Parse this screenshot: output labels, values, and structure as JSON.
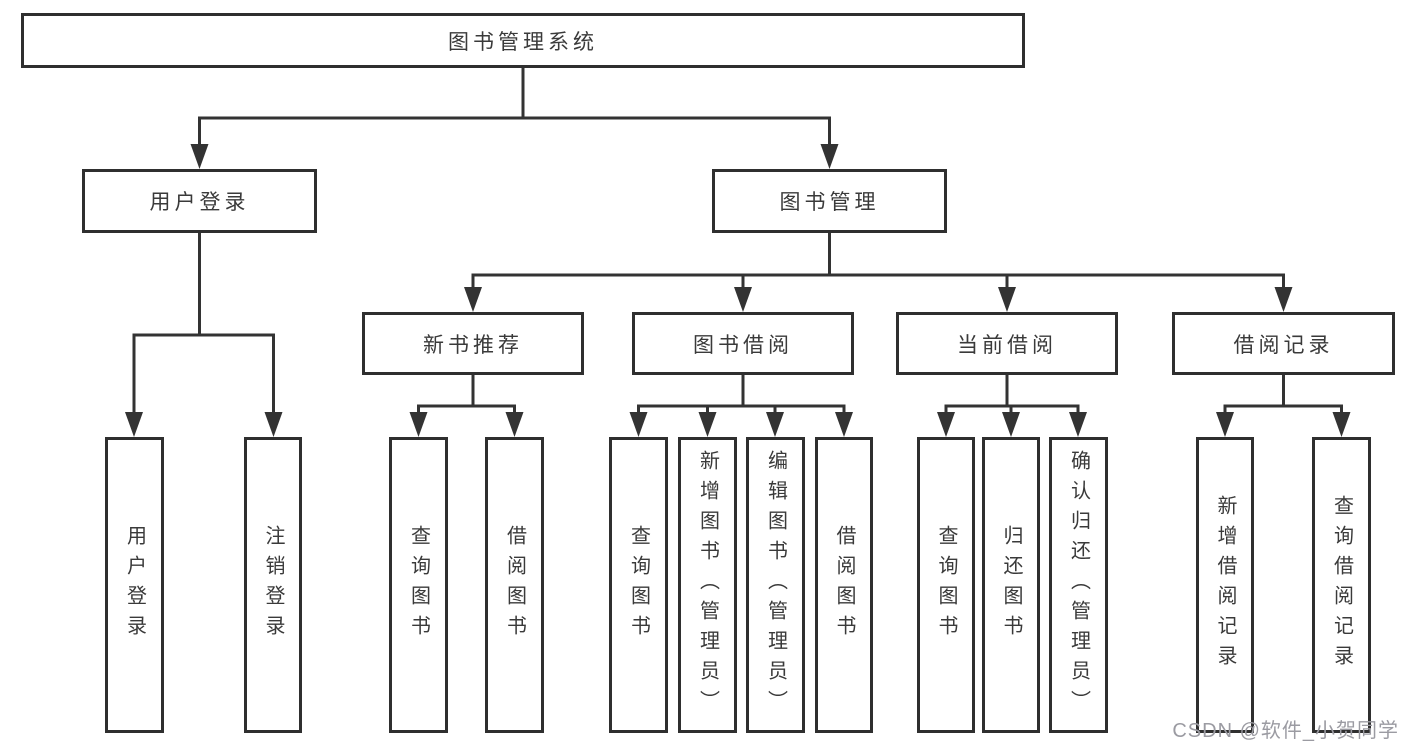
{
  "diagram": {
    "root": "图书管理系统",
    "branches": {
      "user": {
        "label": "用户登录",
        "children": [
          "用户登录",
          "注销登录"
        ]
      },
      "books": {
        "label": "图书管理",
        "children": [
          {
            "label": "新书推荐",
            "children": [
              "查询图书",
              "借阅图书"
            ]
          },
          {
            "label": "图书借阅",
            "children": [
              "查询图书",
              "新增图书（管理员）",
              "编辑图书（管理员）",
              "借阅图书"
            ]
          },
          {
            "label": "当前借阅",
            "children": [
              "查询图书",
              "归还图书",
              "确认归还（管理员）"
            ]
          },
          {
            "label": "借阅记录",
            "children": [
              "新增借阅记录",
              "查询借阅记录"
            ]
          }
        ]
      }
    }
  },
  "watermark": {
    "text": "CSDN @软件_小贺同学"
  },
  "colors": {
    "line": "#333333",
    "box_border": "#2f2f2f",
    "text": "#3a3a3a",
    "watermark": "#9b9ba2",
    "background": "#ffffff"
  }
}
